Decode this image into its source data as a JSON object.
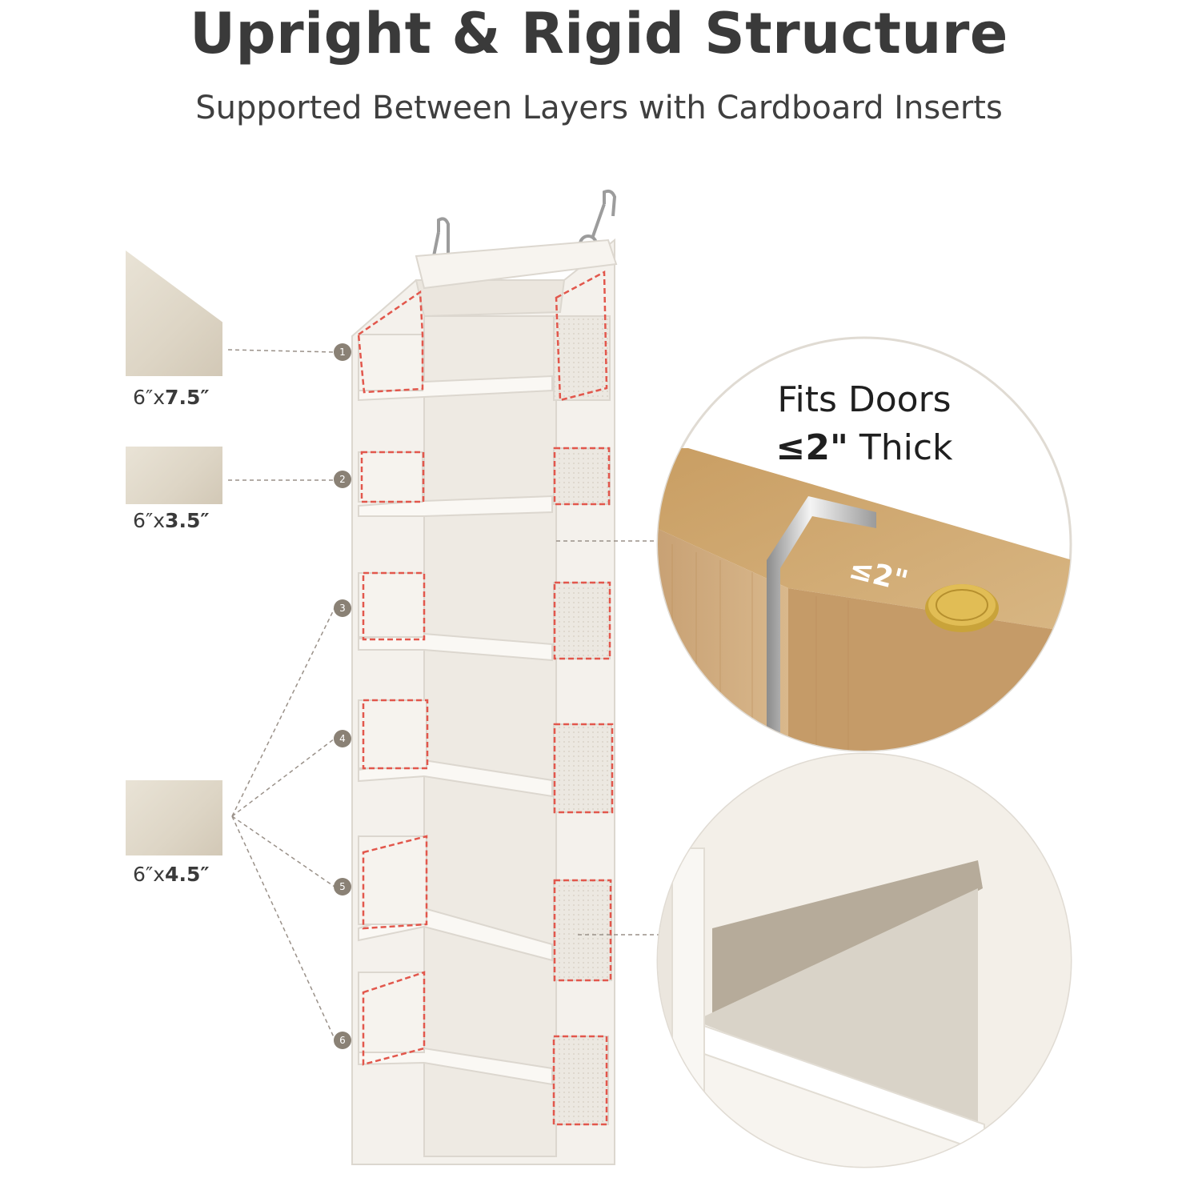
{
  "header": {
    "title": "Upright & Rigid Structure",
    "subtitle": "Supported Between Layers with Cardboard Inserts"
  },
  "inserts": [
    {
      "base": "6″x",
      "value": "7.5″"
    },
    {
      "base": "6″x",
      "value": "3.5″"
    },
    {
      "base": "6″x",
      "value": "4.5″"
    }
  ],
  "markers": [
    "1",
    "2",
    "3",
    "4",
    "5",
    "6"
  ],
  "door_callout": {
    "line1": "Fits Doors",
    "line2_bold": "≤2\"",
    "line2_rest": " Thick",
    "door_label": "≤2\""
  },
  "colors": {
    "fabric": "#f2efea",
    "dashed_outline": "#e2574c",
    "marker": "#8a8175",
    "wood": "#d3ad79",
    "cardboard": "#b6ab9a"
  }
}
